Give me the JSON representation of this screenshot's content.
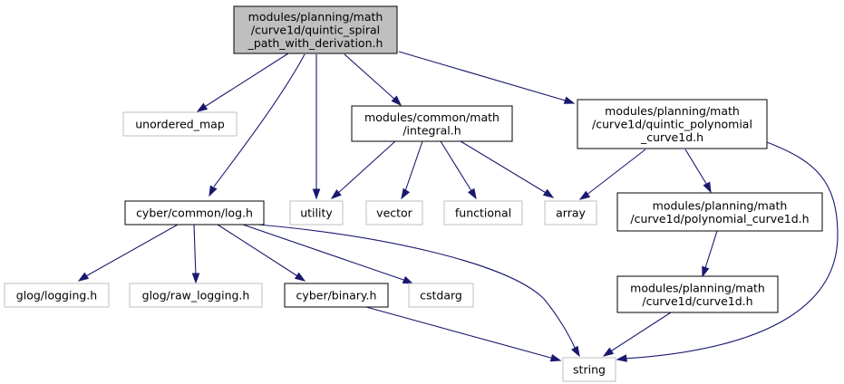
{
  "graph": {
    "edge_color": "#191970",
    "root_fill": "#bfbfbf",
    "system_border": "#bfbfbf",
    "nodes": {
      "root": {
        "lines": [
          "modules/planning/math",
          "/curve1d/quintic_spiral",
          "_path_with_derivation.h"
        ]
      },
      "unordered_map": {
        "lines": [
          "unordered_map"
        ]
      },
      "integral": {
        "lines": [
          "modules/common/math",
          "/integral.h"
        ]
      },
      "quintic_poly": {
        "lines": [
          "modules/planning/math",
          "/curve1d/quintic_polynomial",
          "_curve1d.h"
        ]
      },
      "log": {
        "lines": [
          "cyber/common/log.h"
        ]
      },
      "utility": {
        "lines": [
          "utility"
        ]
      },
      "vector": {
        "lines": [
          "vector"
        ]
      },
      "functional": {
        "lines": [
          "functional"
        ]
      },
      "array": {
        "lines": [
          "array"
        ]
      },
      "poly_curve": {
        "lines": [
          "modules/planning/math",
          "/curve1d/polynomial_curve1d.h"
        ]
      },
      "glog_logging": {
        "lines": [
          "glog/logging.h"
        ]
      },
      "glog_raw": {
        "lines": [
          "glog/raw_logging.h"
        ]
      },
      "binary": {
        "lines": [
          "cyber/binary.h"
        ]
      },
      "cstdarg": {
        "lines": [
          "cstdarg"
        ]
      },
      "curve1d": {
        "lines": [
          "modules/planning/math",
          "/curve1d/curve1d.h"
        ]
      },
      "string": {
        "lines": [
          "string"
        ]
      }
    }
  }
}
